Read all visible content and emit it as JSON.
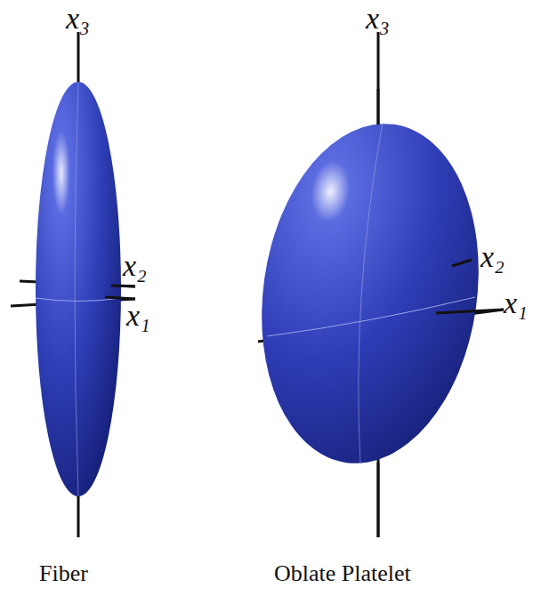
{
  "diagram": {
    "labels": [
      "x₃",
      "x₂",
      "x₁",
      "Fiber",
      "x₃",
      "x₂",
      "x₁",
      "Oblate Platelet"
    ]
  }
}
